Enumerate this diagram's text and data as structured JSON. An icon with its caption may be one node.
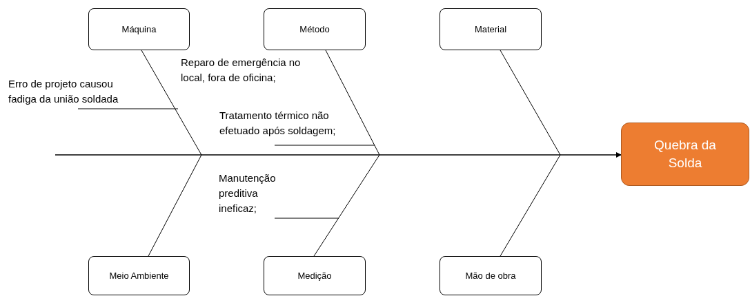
{
  "diagram": {
    "nodes": [
      {
        "text": [
          "Máquina"
        ]
      },
      {
        "text": [
          "Método"
        ]
      },
      {
        "text": [
          "Material"
        ]
      },
      {
        "text": [
          "Meio Ambiente"
        ]
      },
      {
        "text": [
          "Medição"
        ]
      },
      {
        "text": [
          "Mão de obra"
        ]
      },
      {
        "text": [
          "Quebra da Solda"
        ]
      },
      {
        "text": [
          "Erro de projeto causou fadiga da união soldada"
        ]
      },
      {
        "text": [
          "Tratamento térmico não efetuado após soldagem;"
        ]
      },
      {
        "text": [
          "Manutenção preditiva ineficaz;"
        ]
      }
    ],
    "edges": [
      {
        "from": null,
        "to": 6,
        "arrow": "to"
      },
      {
        "from": 0,
        "to": null,
        "arrow": "none"
      },
      {
        "from": 3,
        "to": null,
        "arrow": "none"
      },
      {
        "from": 1,
        "to": null,
        "arrow": "none"
      },
      {
        "from": 4,
        "to": null,
        "arrow": "none"
      },
      {
        "from": 2,
        "to": null,
        "arrow": "none"
      },
      {
        "from": 5,
        "to": null,
        "arrow": "none"
      },
      {
        "from": 7,
        "to": null,
        "arrow": "none"
      },
      {
        "from": 8,
        "to": null,
        "arrow": "none"
      },
      {
        "from": 9,
        "to": null,
        "arrow": "none"
      }
    ],
    "labels": [
      "Reparo de emergência no local, fora de oficina;"
    ]
  }
}
